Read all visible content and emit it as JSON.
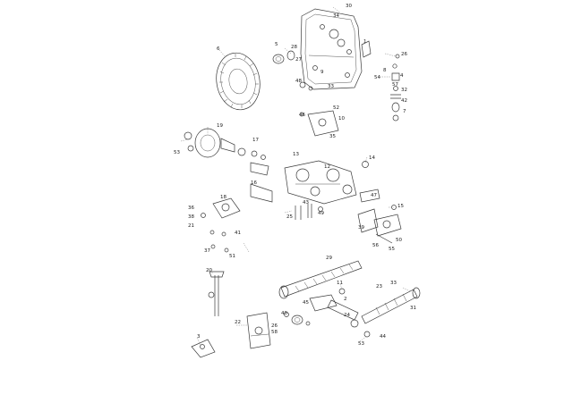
{
  "diagram": {
    "callouts": [
      "30",
      "34",
      "5",
      "28",
      "1",
      "26",
      "6",
      "27",
      "4",
      "8",
      "32",
      "42",
      "7",
      "48",
      "9",
      "33",
      "52",
      "46",
      "10",
      "35",
      "19",
      "53",
      "17",
      "13",
      "12",
      "14",
      "16",
      "18",
      "15",
      "43",
      "47",
      "49",
      "36",
      "38",
      "21",
      "41",
      "37",
      "51",
      "29",
      "24",
      "33",
      "22",
      "26",
      "58",
      "53",
      "3",
      "20",
      "23",
      "25",
      "39",
      "50",
      "44",
      "11",
      "2",
      "40",
      "31",
      "45",
      "54",
      "55",
      "56",
      "57"
    ]
  }
}
